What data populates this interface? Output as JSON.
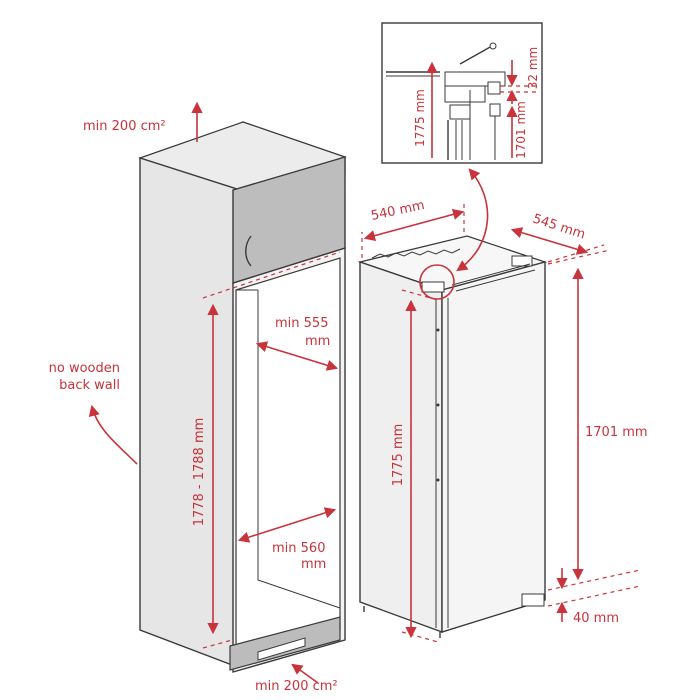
{
  "labels": {
    "vent_top": "min 200 cm²",
    "vent_bottom": "min 200 cm²",
    "no_wooden_line1": "no wooden",
    "no_wooden_line2": "back wall",
    "niche_height": "1778 - 1788 mm",
    "min_width_top_line1": "min 555",
    "min_width_top_line2": "mm",
    "min_width_bottom_line1": "min 560",
    "min_width_bottom_line2": "mm",
    "appliance_width": "540 mm",
    "appliance_depth": "545 mm",
    "appliance_height": "1775 mm",
    "hinge_height": "1701 mm",
    "base_gap": "40 mm",
    "detail_total": "1775 mm",
    "detail_top": "32 mm",
    "detail_hinge": "1701 mm"
  },
  "colors": {
    "accent": "#c8333c",
    "line": "#3a3a3a",
    "cabinet_side": "#e8e8e8",
    "cabinet_front": "#f2f2f2",
    "top_unit": "#bfbfbf",
    "fridge": "#f4f4f4"
  }
}
